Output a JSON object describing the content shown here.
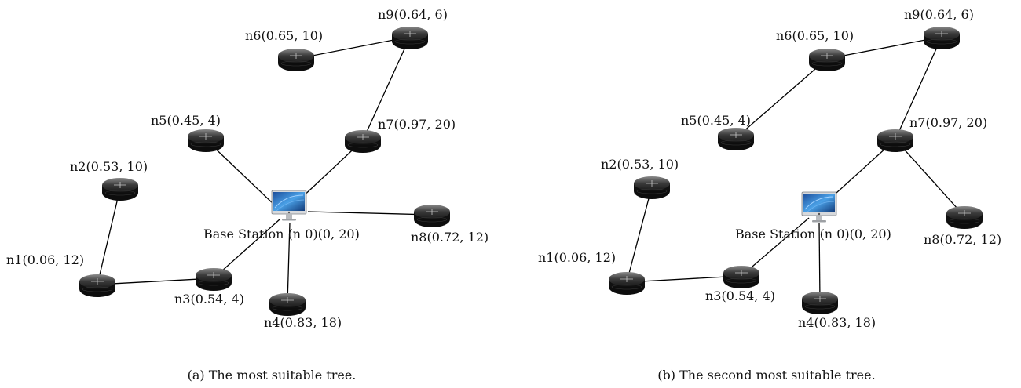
{
  "panels": [
    {
      "caption": "(a) The most suitable tree.",
      "base_station_label": "Base Station (n 0)(0, 20)",
      "nodes": [
        {
          "id": "n1",
          "label": "n1(0.06, 12)"
        },
        {
          "id": "n2",
          "label": "n2(0.53, 10)"
        },
        {
          "id": "n3",
          "label": "n3(0.54, 4)"
        },
        {
          "id": "n4",
          "label": "n4(0.83, 18)"
        },
        {
          "id": "n5",
          "label": "n5(0.45, 4)"
        },
        {
          "id": "n6",
          "label": "n6(0.65, 10)"
        },
        {
          "id": "n7",
          "label": "n7(0.97, 20)"
        },
        {
          "id": "n8",
          "label": "n8(0.72, 12)"
        },
        {
          "id": "n9",
          "label": "n9(0.64, 6)"
        }
      ],
      "edges": [
        [
          "n0",
          "n5"
        ],
        [
          "n0",
          "n7"
        ],
        [
          "n7",
          "n9"
        ],
        [
          "n9",
          "n6"
        ],
        [
          "n0",
          "n8"
        ],
        [
          "n0",
          "n4"
        ],
        [
          "n0",
          "n3"
        ],
        [
          "n3",
          "n1"
        ],
        [
          "n1",
          "n2"
        ]
      ]
    },
    {
      "caption": "(b) The second most suitable tree.",
      "base_station_label": "Base Station (n 0)(0, 20)",
      "nodes": [
        {
          "id": "n1",
          "label": "n1(0.06, 12)"
        },
        {
          "id": "n2",
          "label": "n2(0.53, 10)"
        },
        {
          "id": "n3",
          "label": "n3(0.54, 4)"
        },
        {
          "id": "n4",
          "label": "n4(0.83, 18)"
        },
        {
          "id": "n5",
          "label": "n5(0.45, 4)"
        },
        {
          "id": "n6",
          "label": "n6(0.65, 10)"
        },
        {
          "id": "n7",
          "label": "n7(0.97, 20)"
        },
        {
          "id": "n8",
          "label": "n8(0.72, 12)"
        },
        {
          "id": "n9",
          "label": "n9(0.64, 6)"
        }
      ],
      "edges": [
        [
          "n0",
          "n7"
        ],
        [
          "n7",
          "n9"
        ],
        [
          "n9",
          "n6"
        ],
        [
          "n6",
          "n5"
        ],
        [
          "n7",
          "n8"
        ],
        [
          "n0",
          "n4"
        ],
        [
          "n0",
          "n3"
        ],
        [
          "n3",
          "n1"
        ],
        [
          "n1",
          "n2"
        ]
      ]
    }
  ],
  "icons": {
    "sensor": "wearable-band-icon",
    "base_station": "computer-monitor-icon"
  }
}
